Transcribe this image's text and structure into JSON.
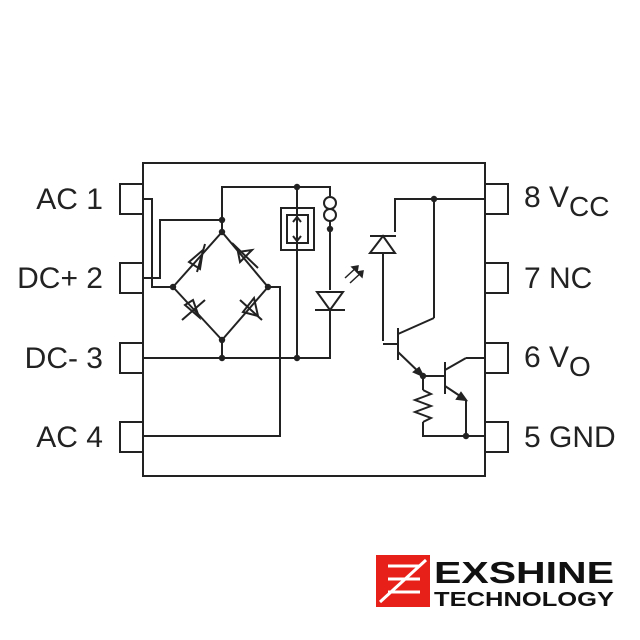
{
  "pins_left": [
    {
      "number": "1",
      "name": "AC 1"
    },
    {
      "number": "2",
      "name": "DC+ 2"
    },
    {
      "number": "3",
      "name": "DC- 3"
    },
    {
      "number": "4",
      "name": "AC 4"
    }
  ],
  "pins_right": [
    {
      "number": "8",
      "name_main": "8 V",
      "name_sub": "CC"
    },
    {
      "number": "7",
      "name_main": "7 NC",
      "name_sub": ""
    },
    {
      "number": "6",
      "name_main": "6 V",
      "name_sub": "O"
    },
    {
      "number": "5",
      "name_main": "5 GND",
      "name_sub": ""
    }
  ],
  "logo": {
    "line1": "EXSHINE",
    "line2": "TECHNOLOGY",
    "color": "#e8201a"
  },
  "colors": {
    "stroke": "#222222",
    "background": "#ffffff"
  }
}
